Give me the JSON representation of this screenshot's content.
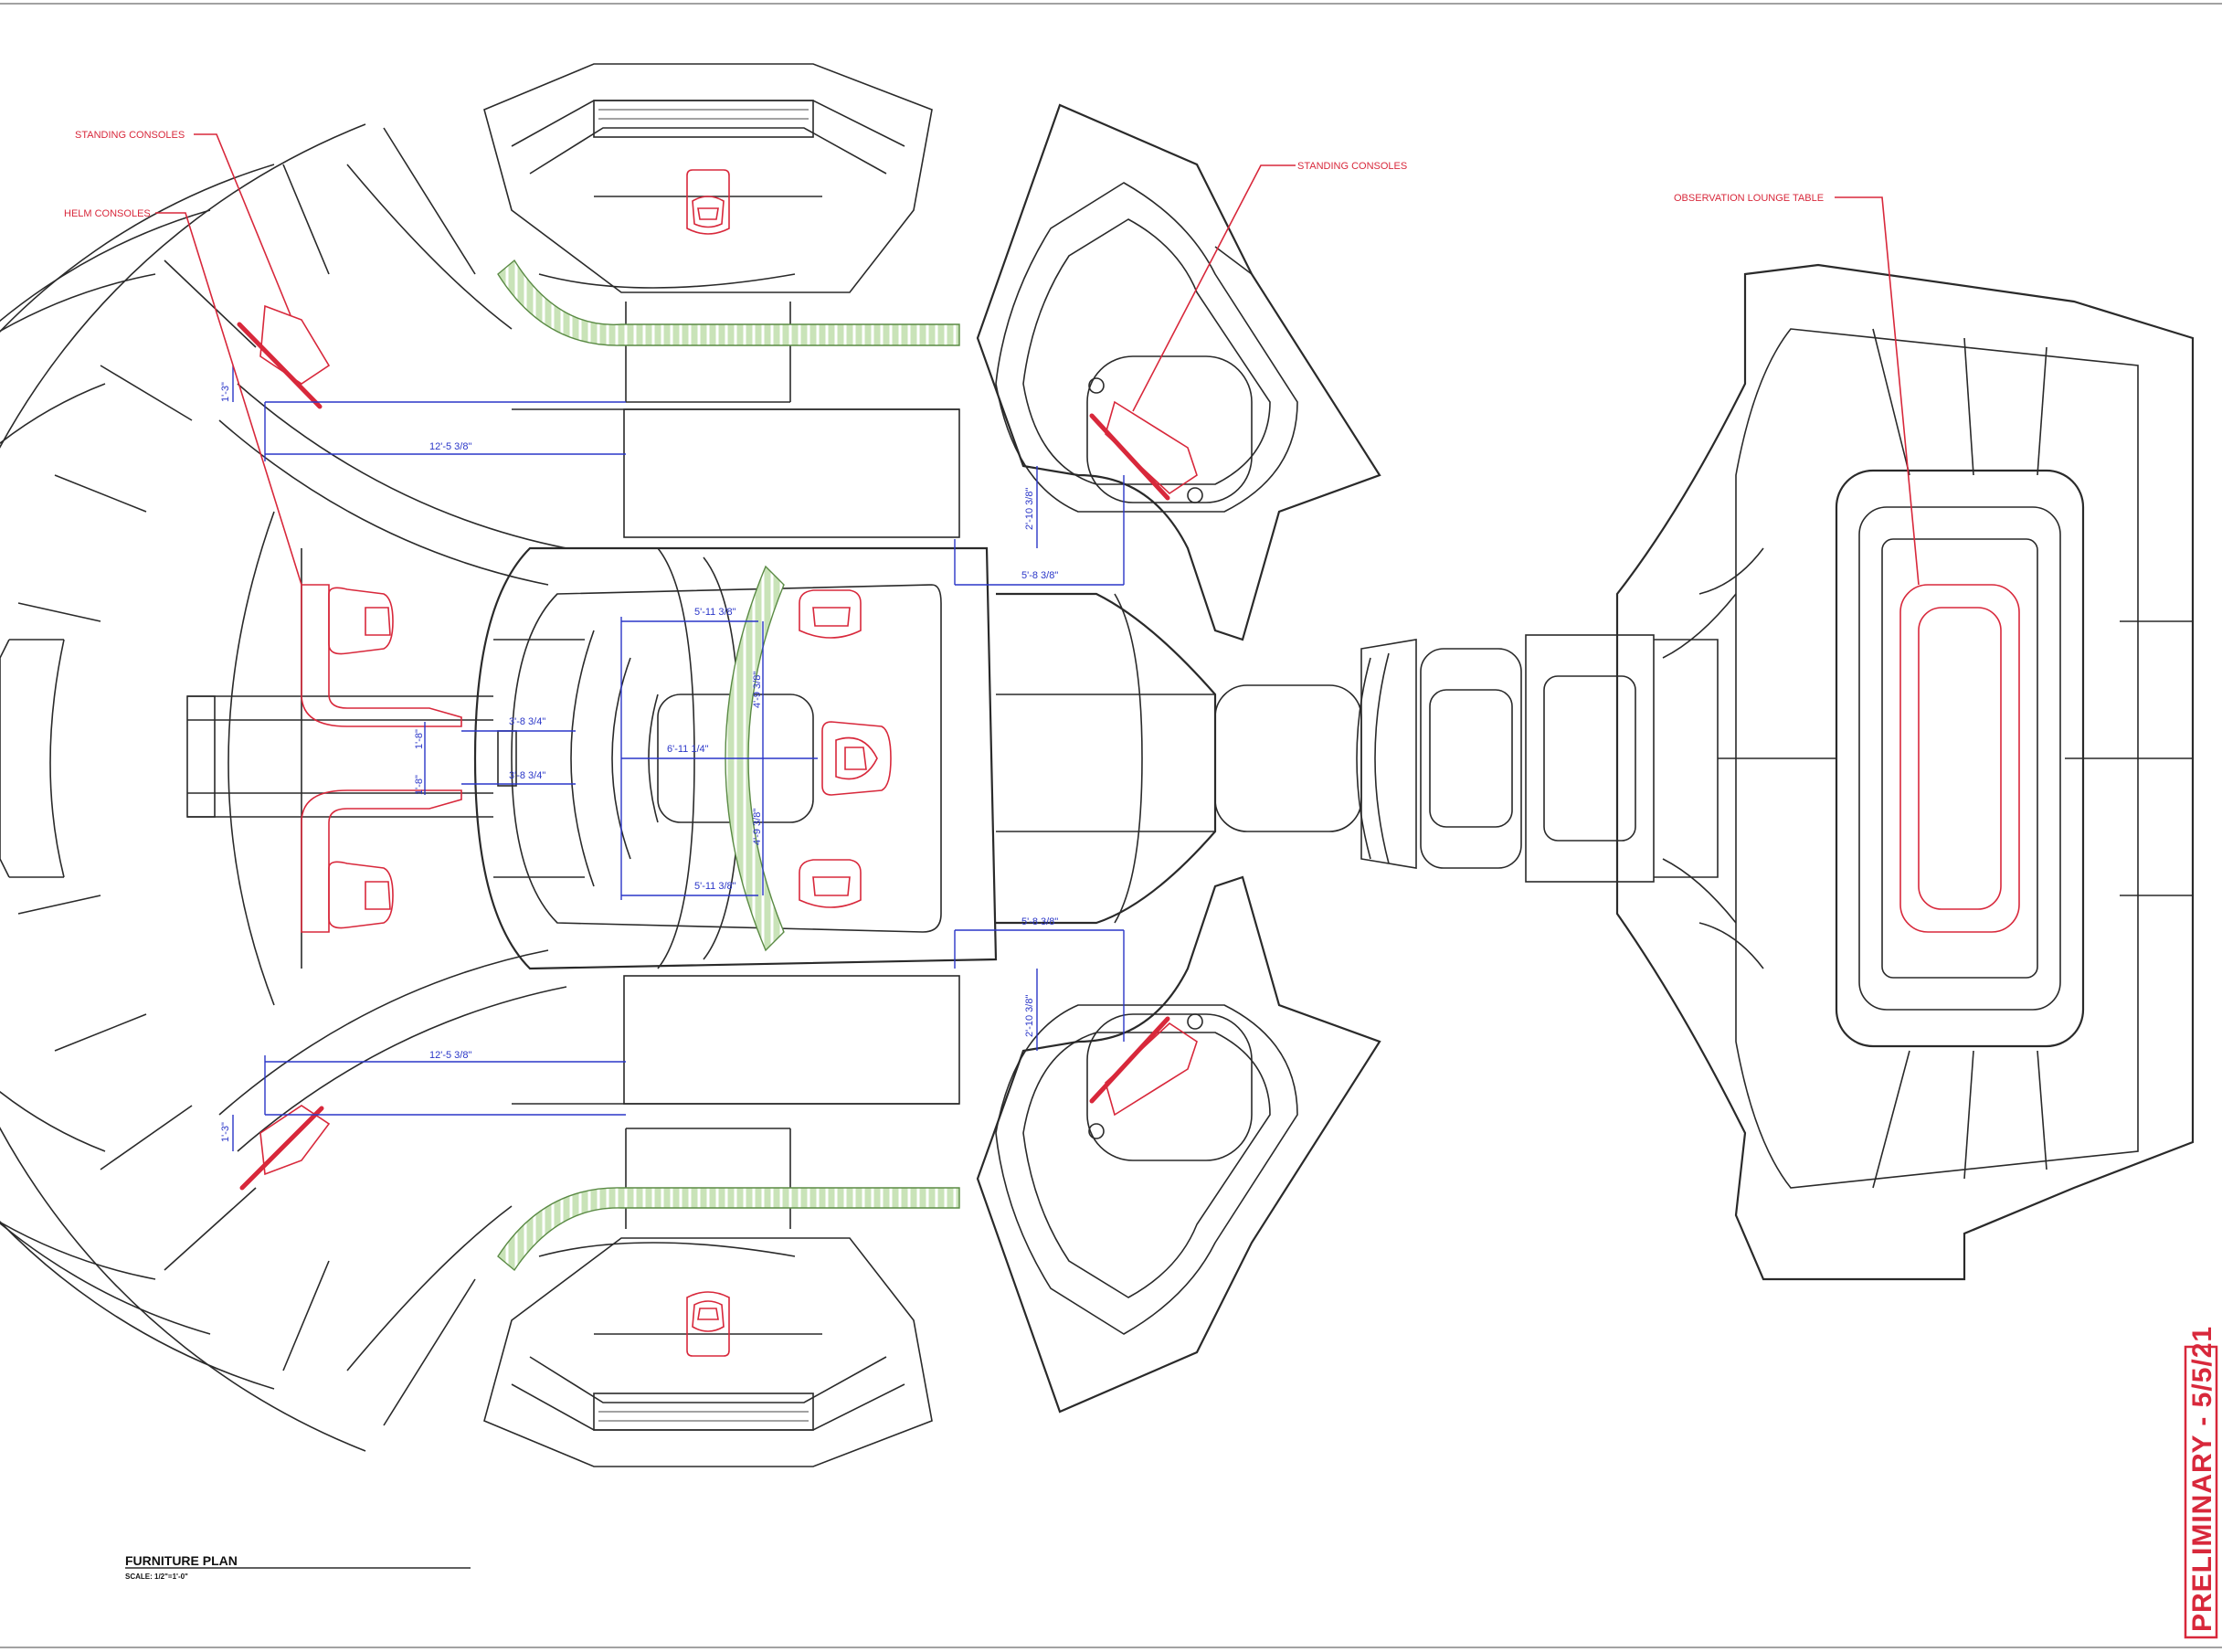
{
  "labels": {
    "standing_consoles_left": "STANDING CONSOLES",
    "helm_consoles": "HELM CONSOLES",
    "standing_consoles_right": "STANDING CONSOLES",
    "observation_lounge_table": "OBSERVATION LOUNGE TABLE"
  },
  "dimensions": {
    "d_top_long": "12'-5 3/8\"",
    "d_bottom_long": "12'-5 3/8\"",
    "d_top_small": "1'-3\"",
    "d_bottom_small": "1'-3\"",
    "d_helm_a": "3'-8 3/4\"",
    "d_helm_b": "3'-8 3/4\"",
    "d_helm_v1": "1'-8\"",
    "d_helm_v2": "1'-8\"",
    "d_center_w": "6'-11 1/4\"",
    "d_center_top": "5'-11 3/8\"",
    "d_center_bot": "5'-11 3/8\"",
    "d_center_v1": "4'-9 3/8\"",
    "d_center_v2": "4'-9 3/8\"",
    "d_right_top_h": "5'-8 3/8\"",
    "d_right_bot_h": "5'-8 3/8\"",
    "d_right_top_v": "2'-10 3/8\"",
    "d_right_bot_v": "2'-10 3/8\""
  },
  "title_block": {
    "title": "FURNITURE PLAN",
    "scale": "SCALE: 1/2\"=1'-0\""
  },
  "stamp": "PRELIMINARY - 5/5/21",
  "colors": {
    "linework": "#2a2a2a",
    "furniture": "#d8283b",
    "dimensions": "#2a36c8",
    "green_strip": "#c9e3b8"
  }
}
